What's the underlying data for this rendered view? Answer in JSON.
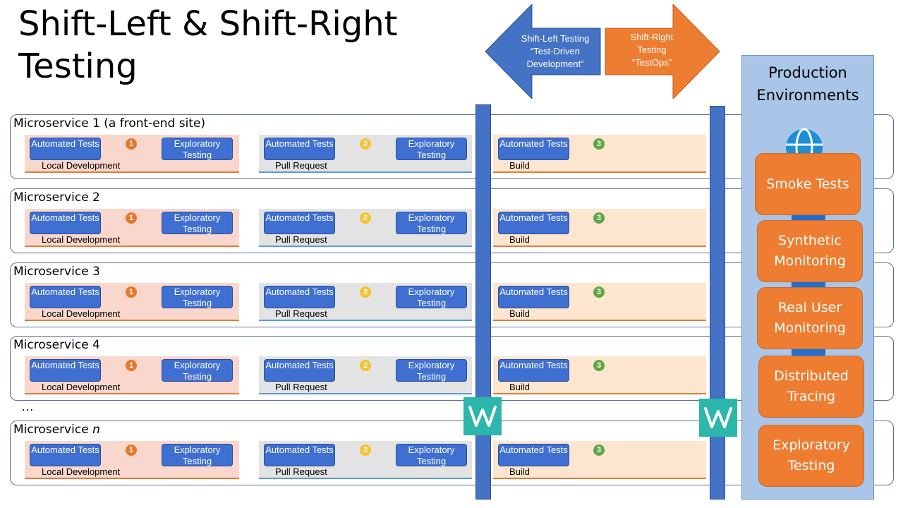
{
  "title": {
    "line1": "Shift-Left & Shift-Right",
    "line2": "Testing"
  },
  "arrows": {
    "left": {
      "line1": "Shift-Left Testing",
      "line2": "“Test-Driven",
      "line3": "Development”",
      "color": "#4472c4"
    },
    "right": {
      "line1": "Shift-Right",
      "line2": "Testing",
      "line3": "“TestOps”",
      "color": "#ed7d31"
    }
  },
  "stages": {
    "local": "Local Development",
    "pr": "Pull Request",
    "build": "Build",
    "automated": "Automated Tests",
    "exploratory": "Exploratory Testing",
    "badge1": "1",
    "badge2": "2",
    "badge3": "3"
  },
  "rows": [
    {
      "name": "Microservice  1 (a front-end site)"
    },
    {
      "name": "Microservice  2"
    },
    {
      "name": "Microservice  3"
    },
    {
      "name": "Microservice  4"
    },
    {
      "name": "Microservice  ",
      "name_italic": "n"
    }
  ],
  "ellipsis": "…",
  "production": {
    "title_line1": "Production",
    "title_line2": "Environments",
    "items": [
      {
        "line1": "Smoke Tests",
        "line2": ""
      },
      {
        "line1": "Synthetic",
        "line2": "Monitoring"
      },
      {
        "line1": "Real User",
        "line2": "Monitoring"
      },
      {
        "line1": "Distributed",
        "line2": "Tracing"
      },
      {
        "line1": "Exploratory",
        "line2": "Testing"
      }
    ]
  },
  "colors": {
    "blue": "#4472c4",
    "orange": "#ed7d31",
    "teal": "#2db6ab"
  }
}
